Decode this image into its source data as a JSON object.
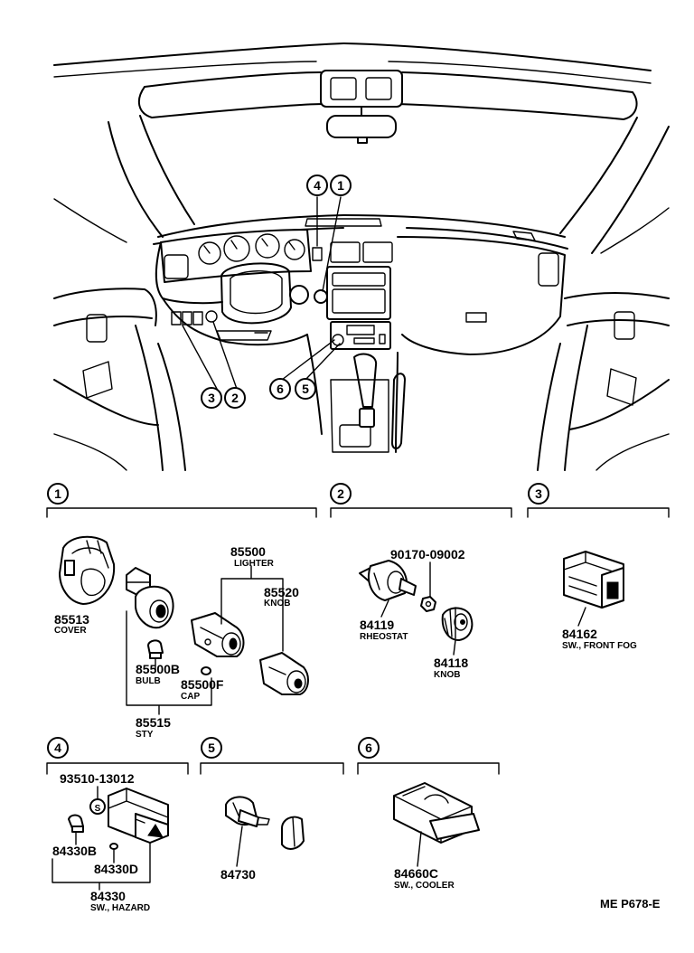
{
  "callouts": [
    "1",
    "2",
    "3",
    "4",
    "5",
    "6"
  ],
  "parts": {
    "p85513": {
      "num": "85513",
      "desc": "COVER"
    },
    "p85500": {
      "num": "85500",
      "desc": "LIGHTER"
    },
    "p85520": {
      "num": "85520",
      "desc": "KNOB"
    },
    "p85500B": {
      "num": "85500B",
      "desc": "BULB"
    },
    "p85500F": {
      "num": "85500F",
      "desc": "CAP"
    },
    "p85515": {
      "num": "85515",
      "desc": "STY"
    },
    "p90170": {
      "num": "90170-09002"
    },
    "p84119": {
      "num": "84119",
      "desc": "RHEOSTAT"
    },
    "p84118": {
      "num": "84118",
      "desc": "KNOB"
    },
    "p84162": {
      "num": "84162",
      "desc": "SW., FRONT FOG"
    },
    "p93510": {
      "num": "93510-13012"
    },
    "p84330B": {
      "num": "84330B"
    },
    "p84330D": {
      "num": "84330D"
    },
    "p84330": {
      "num": "84330",
      "desc": "SW., HAZARD"
    },
    "p84730": {
      "num": "84730"
    },
    "p84660C": {
      "num": "84660C",
      "desc": "SW., COOLER"
    }
  },
  "screw_mark": "S",
  "reference": "ME  P678-E"
}
